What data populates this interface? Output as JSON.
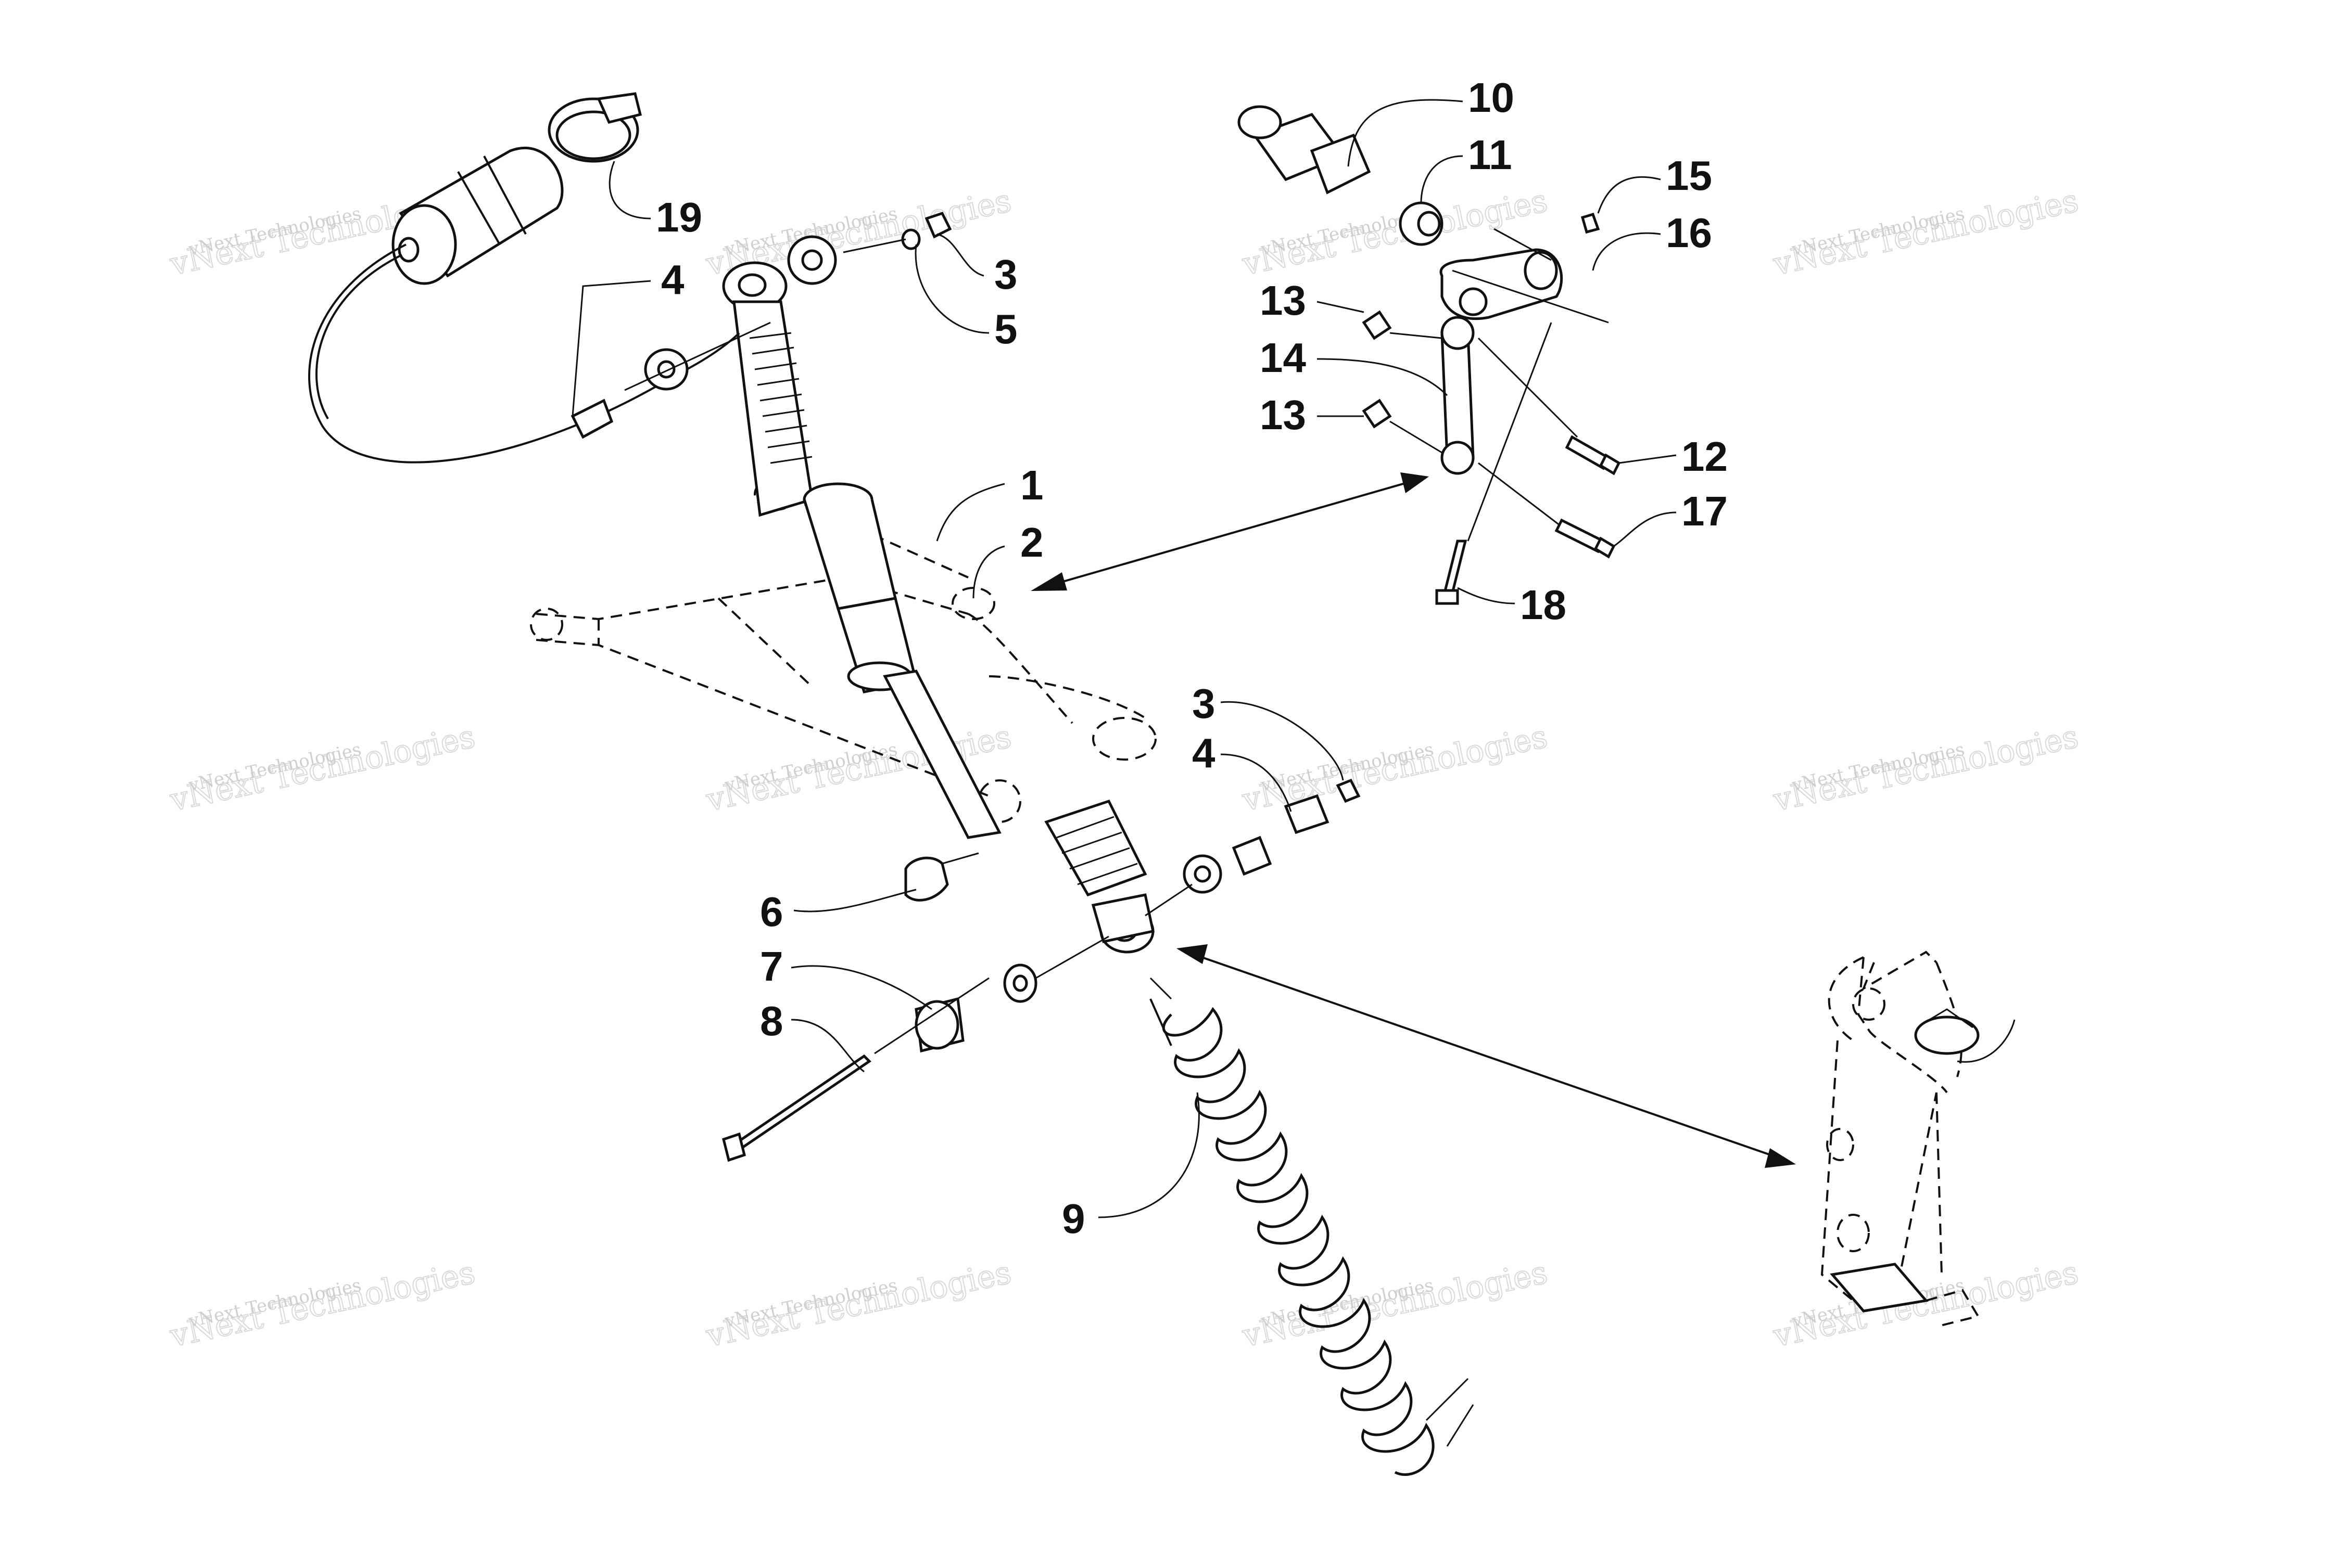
{
  "callouts": [
    {
      "id": "c1",
      "label": "1"
    },
    {
      "id": "c2",
      "label": "2"
    },
    {
      "id": "c3a",
      "label": "3"
    },
    {
      "id": "c3b",
      "label": "3"
    },
    {
      "id": "c4a",
      "label": "4"
    },
    {
      "id": "c4b",
      "label": "4"
    },
    {
      "id": "c5",
      "label": "5"
    },
    {
      "id": "c6",
      "label": "6"
    },
    {
      "id": "c7",
      "label": "7"
    },
    {
      "id": "c8",
      "label": "8"
    },
    {
      "id": "c9",
      "label": "9"
    },
    {
      "id": "c10",
      "label": "10"
    },
    {
      "id": "c11",
      "label": "11"
    },
    {
      "id": "c12",
      "label": "12"
    },
    {
      "id": "c13a",
      "label": "13"
    },
    {
      "id": "c13b",
      "label": "13"
    },
    {
      "id": "c14",
      "label": "14"
    },
    {
      "id": "c15",
      "label": "15"
    },
    {
      "id": "c16",
      "label": "16"
    },
    {
      "id": "c17",
      "label": "17"
    },
    {
      "id": "c18",
      "label": "18"
    },
    {
      "id": "c19",
      "label": "19"
    }
  ],
  "watermark": {
    "line1": "vNext Technologies",
    "line2": "vNext Technologies"
  },
  "colors": {
    "ink": "#111111",
    "watermark": "#d0d0d0",
    "background": "#ffffff"
  }
}
